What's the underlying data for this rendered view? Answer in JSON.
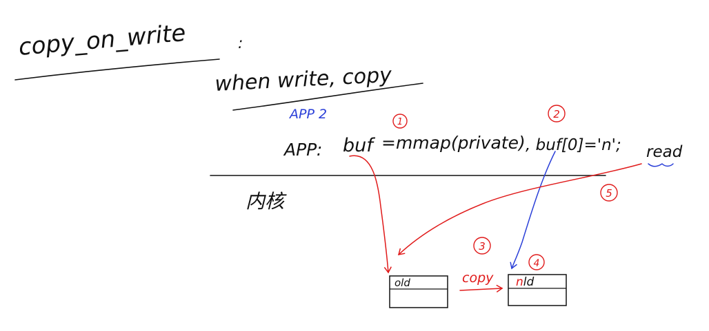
{
  "title": "copy_on_write",
  "colon": ":",
  "subtitle": "when write, copy",
  "app2_label": "APP 2",
  "app_line": {
    "prefix": "APP:",
    "buf": "buf",
    "call": "=mmap(private)",
    "assign": ", buf[0]='n';",
    "read": "read"
  },
  "kernel_label": "内核",
  "steps": [
    "1",
    "2",
    "3",
    "4",
    "5"
  ],
  "old_page": {
    "text": "old"
  },
  "new_page": {
    "changed": "n",
    "rest": "ld"
  },
  "copy_label": "copy",
  "colors": {
    "ink": "#111111",
    "red": "#e01a1a",
    "blue": "#2a3fd8"
  }
}
